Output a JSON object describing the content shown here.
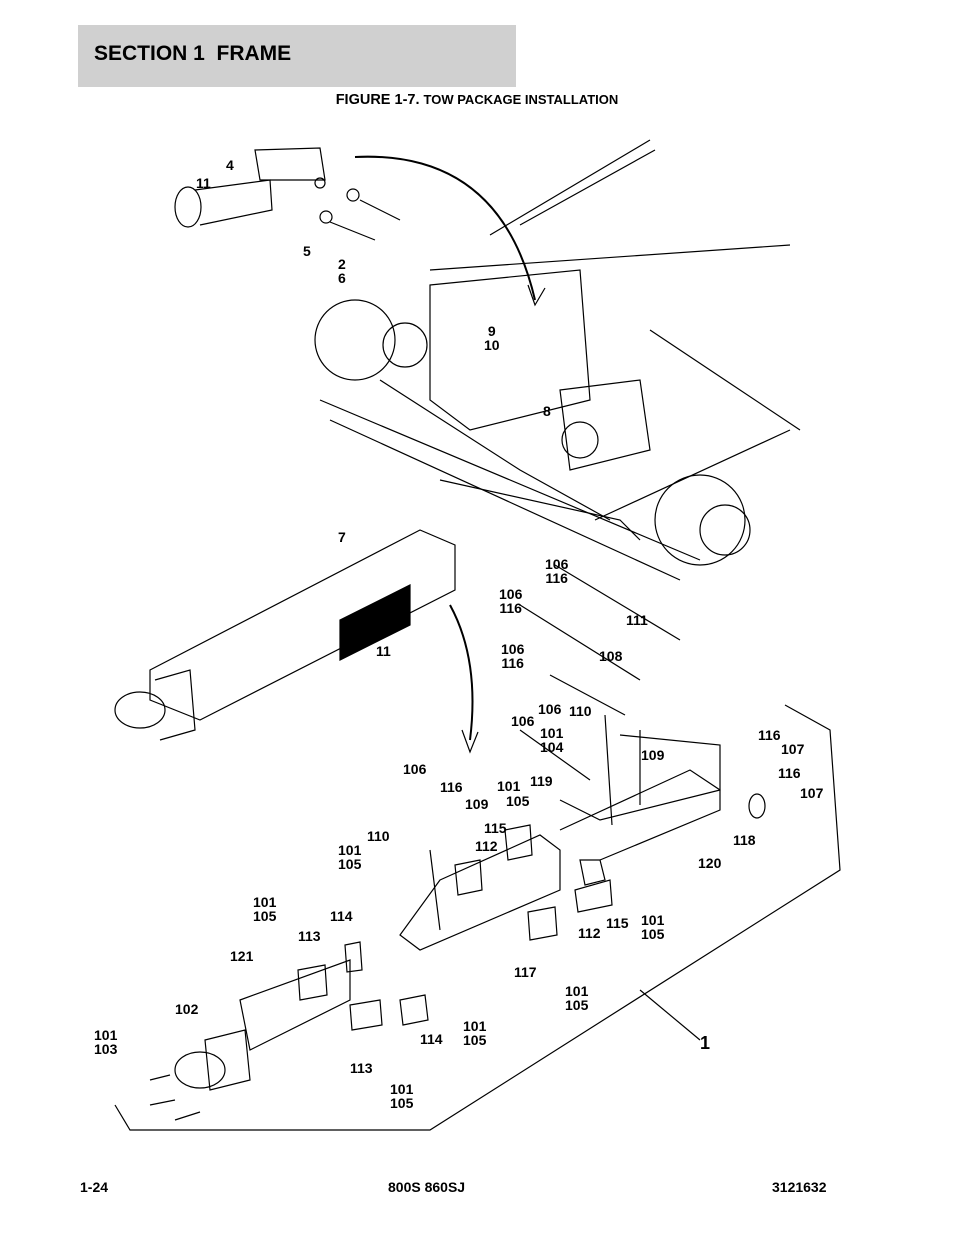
{
  "header": {
    "section_title": "SECTION 1  FRAME"
  },
  "figure": {
    "number": "FIGURE 1-7.",
    "title": "TOW PACKAGE INSTALLATION"
  },
  "callouts": [
    "4",
    "11",
    "5",
    "2\n6",
    "9\n10",
    "8",
    "7",
    "11",
    "106\n116",
    "106\n116",
    "111",
    "106\n116",
    "108",
    "106",
    "110",
    "106",
    "101\n104",
    "109",
    "116",
    "107",
    "116",
    "107",
    "101",
    "119",
    "105",
    "106",
    "116",
    "109",
    "115",
    "110",
    "112",
    "101\n105",
    "118",
    "120",
    "101\n105",
    "114",
    "113",
    "121",
    "115",
    "112",
    "101\n105",
    "117",
    "101\n105",
    "102",
    "114",
    "101\n105",
    "101\n103",
    "1",
    "113",
    "101\n105"
  ],
  "footer": {
    "page": "1-24",
    "model": "800S 860SJ",
    "doc_number": "3121632"
  }
}
